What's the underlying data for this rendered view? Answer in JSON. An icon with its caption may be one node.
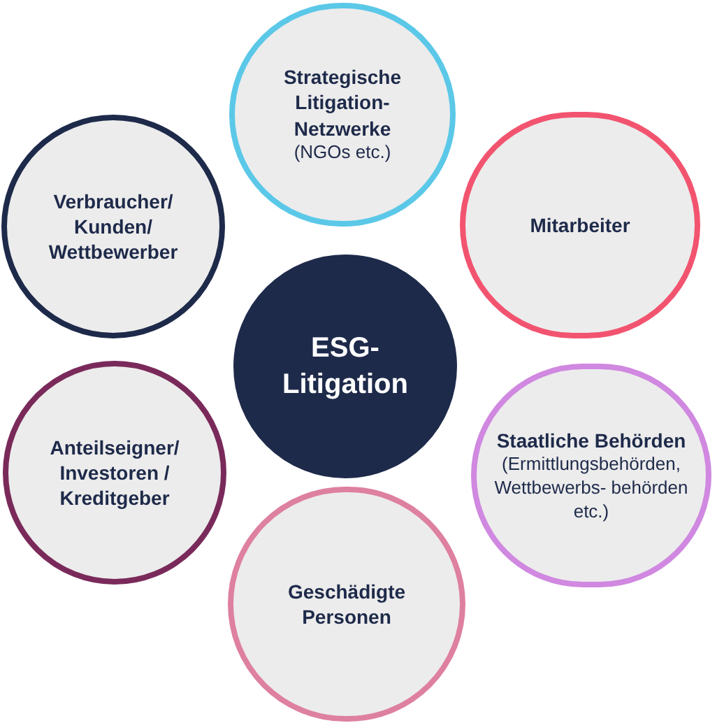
{
  "diagram": {
    "nodes": [
      {
        "text": [
          "ESG- Litigation"
        ]
      },
      {
        "text": [
          "Strategische Litigation- Netzwerke",
          "(NGOs etc.)"
        ]
      },
      {
        "text": [
          "Verbraucher/ Kunden/ Wettbewerber"
        ]
      },
      {
        "text": [
          "Mitarbeiter"
        ]
      },
      {
        "text": [
          "Anteilseigner/ Investoren / Kreditgeber"
        ]
      },
      {
        "text": [
          "Staatliche Behörden",
          "(Ermittlungsbehörden, Wettbewerbs- behörden etc.)"
        ]
      },
      {
        "text": [
          "Geschädigte Personen"
        ]
      }
    ]
  }
}
